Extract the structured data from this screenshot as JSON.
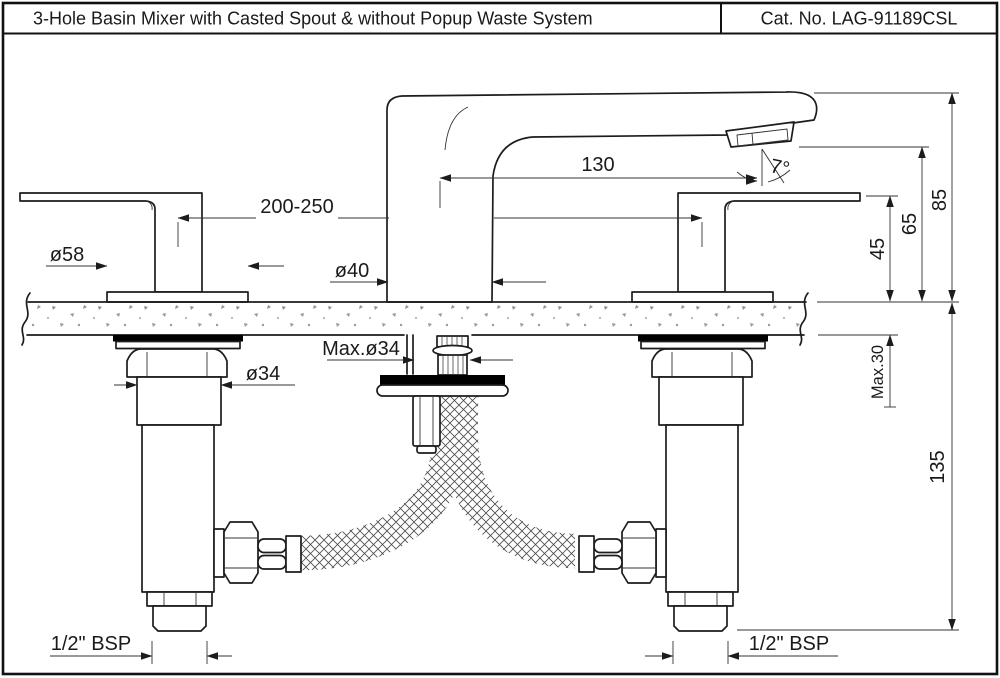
{
  "title_block": {
    "title": "3-Hole Basin Mixer with Casted Spout & without Popup Waste System",
    "catalog_label": "Cat. No. LAG-91189CSL"
  },
  "drawing": {
    "type": "dimensioned technical drawing, front elevation of deck-mounted 3-hole basin mixer",
    "dimensions": {
      "spout_reach": "130",
      "aerator_angle": "7°",
      "handle_centers": "200-250",
      "handle_base_diameter": "ø58",
      "spout_base_diameter": "ø40",
      "max_hole_diameter": "Max.ø34",
      "valve_body_diameter": "ø34",
      "handle_height": "45",
      "spout_outlet_height": "65",
      "spout_height": "85",
      "max_deck_thickness": "Max.30",
      "under_deck_length": "135",
      "left_inlet_thread": "1/2\" BSP",
      "right_inlet_thread": "1/2\" BSP"
    },
    "colors": {
      "line": "#1c1c1c",
      "gasket": "#000000",
      "speckle": "#8f8f8f",
      "background": "#ffffff"
    }
  }
}
